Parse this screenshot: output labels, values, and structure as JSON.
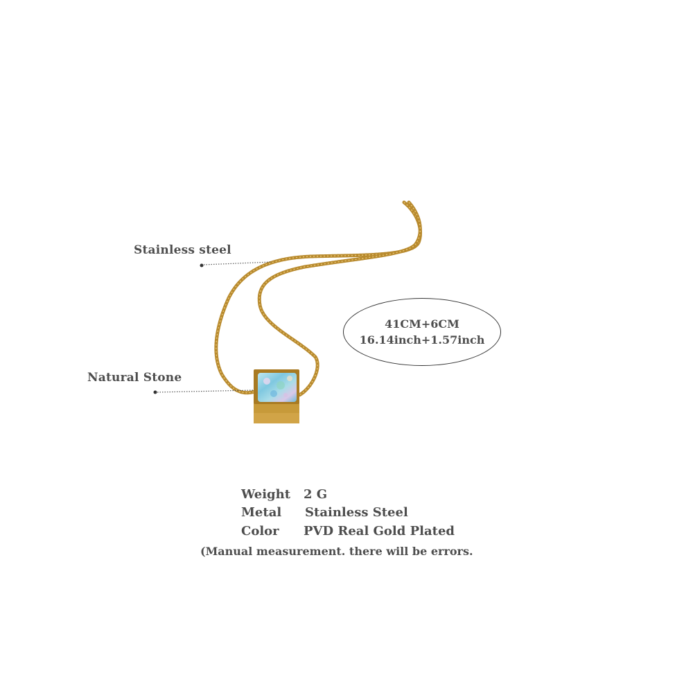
{
  "callouts": {
    "material": "Stainless steel",
    "stone": "Natural Stone"
  },
  "size": {
    "cm": "41CM+6CM",
    "inch": "16.14inch+1.57inch"
  },
  "specs": [
    {
      "key": "Weight",
      "value": "2 G"
    },
    {
      "key": "Metal",
      "value": "Stainless Steel"
    },
    {
      "key": "Color",
      "value": "PVD Real Gold Plated"
    }
  ],
  "note": "(Manual measurement. there will be errors.",
  "colors": {
    "gold": "#c8952e",
    "gold_dark": "#8a6419",
    "stone": "#9fd6e6",
    "text": "#4d4d4d"
  }
}
